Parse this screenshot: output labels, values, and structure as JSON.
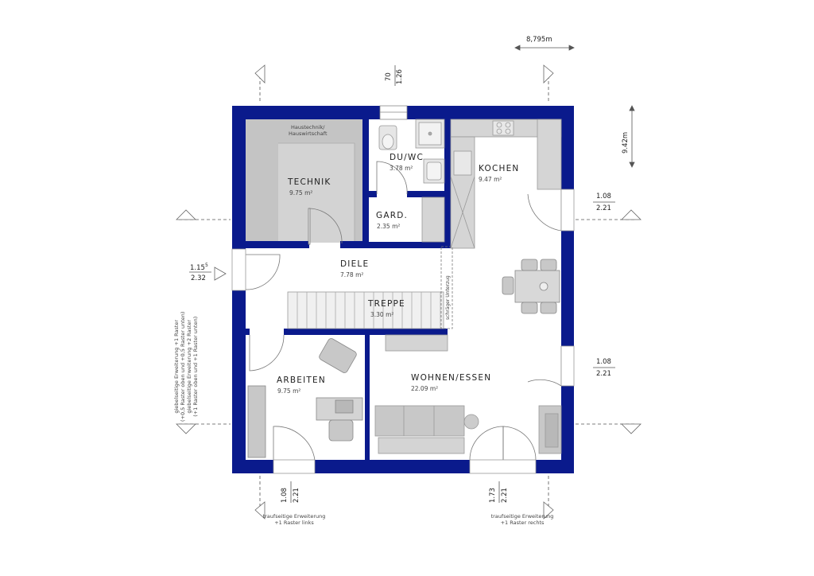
{
  "dimensions": {
    "width": "8,795m",
    "depth": "9.42m",
    "top_window_a": "70",
    "top_window_b": "1.26",
    "left_door_a": "1.15",
    "left_door_sup": "5",
    "left_door_b": "2.32",
    "right_upper_a": "1.08",
    "right_upper_b": "2.21",
    "right_lower_a": "1.08",
    "right_lower_b": "2.21",
    "bottom_left_a": "1.08",
    "bottom_left_b": "2.21",
    "bottom_right_a": "1.73",
    "bottom_right_b": "2.21"
  },
  "rooms": {
    "technik": {
      "name": "TECHNIK",
      "area": "9.75 m²"
    },
    "hausraum_line1": "Haustechnik/",
    "hausraum_line2": "Hauswirtschaft",
    "duwc": {
      "name": "DU/WC",
      "area": "3.78 m²"
    },
    "kochen": {
      "name": "KOCHEN",
      "area": "9.47 m²"
    },
    "gard": {
      "name": "GARD.",
      "area": "2.35 m²"
    },
    "diele": {
      "name": "DIELE",
      "area": "7.78 m²"
    },
    "treppe": {
      "name": "TREPPE",
      "area": "3.30 m²"
    },
    "arbeiten": {
      "name": "ARBEITEN",
      "area": "9.75 m²"
    },
    "wohnen": {
      "name": "WOHNEN/ESSEN",
      "area": "22.09 m²"
    }
  },
  "annotations": {
    "schraeger": "schräger Unterzug",
    "left_ext_1": "giebelseitige Erweiterung +1 Raster",
    "left_ext_2": "(+0,5 Raster oben und +0,5 Raster unten)",
    "left_ext_3": "giebelseitige Erweiterung +2 Raster",
    "left_ext_4": "(+1 Raster oben und +1 Raster unten)",
    "bottom_left_1": "traufseitige Erweiterung",
    "bottom_left_2": "+1 Raster links",
    "bottom_right_1": "traufseitige Erweiterung",
    "bottom_right_2": "+1 Raster rechts"
  },
  "colors": {
    "wall": "#0a1a8c",
    "furniture": "#c8c8c8",
    "technik_fill": "#c4c4c4"
  }
}
